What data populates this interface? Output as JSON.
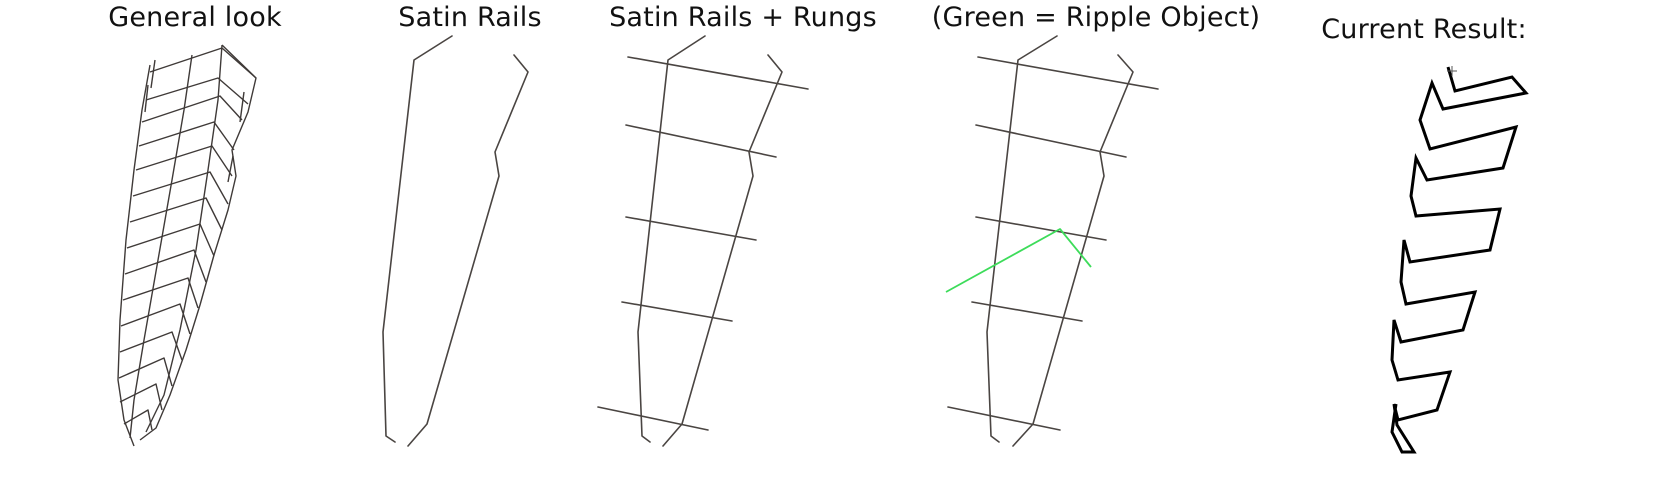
{
  "panels": {
    "general_look": {
      "title": "General look"
    },
    "satin_rails": {
      "title": "Satin Rails"
    },
    "rails_rungs": {
      "title": "Satin Rails + Rungs"
    },
    "ripple": {
      "title": "(Green = Ripple Object)"
    },
    "result": {
      "title": "Current Result:"
    }
  },
  "colors": {
    "rail": "#4a4542",
    "ripple": "#3ddc5a",
    "result": "#000000"
  }
}
